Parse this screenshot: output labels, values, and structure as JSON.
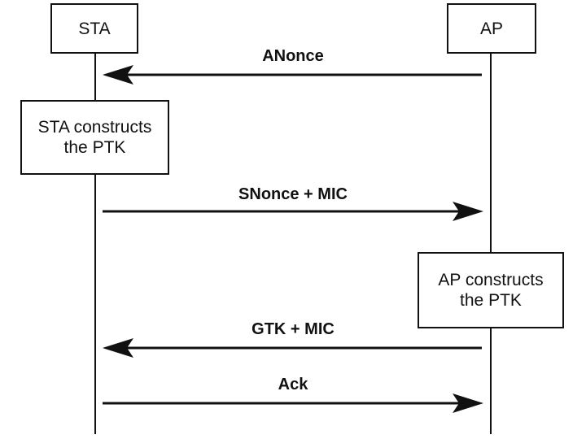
{
  "participants": {
    "sta": "STA",
    "ap": "AP"
  },
  "notes": {
    "sta_constructs": "STA constructs\nthe PTK",
    "ap_constructs": "AP constructs\nthe PTK"
  },
  "messages": {
    "anonce": "ANonce",
    "snonce": "SNonce + MIC",
    "gtk": "GTK + MIC",
    "ack": "Ack"
  }
}
